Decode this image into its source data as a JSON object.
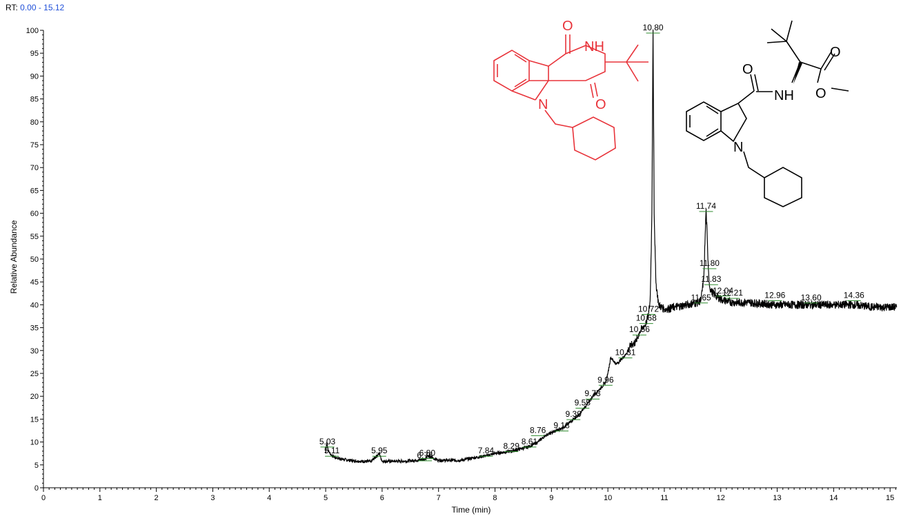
{
  "header": {
    "rt_label": "RT:",
    "rt_range": "0.00 - 15.12"
  },
  "colors": {
    "trace": "#000000",
    "annotation": "#2e8b2e",
    "structure_red": "#e8333a",
    "structure_black": "#000000",
    "rt_value": "#1f4fd8"
  },
  "structures": {
    "red": {
      "atoms": [
        "O",
        "NH",
        "O",
        "N"
      ]
    },
    "black": {
      "atoms": [
        "O",
        "NH",
        "O",
        "N"
      ]
    }
  },
  "chart_data": {
    "type": "line",
    "xlabel": "Time (min)",
    "ylabel": "Relative Abundance",
    "xlim": [
      0,
      15.12
    ],
    "ylim": [
      0,
      100
    ],
    "x_ticks": [
      0,
      1,
      2,
      3,
      4,
      5,
      6,
      7,
      8,
      9,
      10,
      11,
      12,
      13,
      14,
      15
    ],
    "y_ticks": [
      0,
      5,
      10,
      15,
      20,
      25,
      30,
      35,
      40,
      45,
      50,
      55,
      60,
      65,
      70,
      75,
      80,
      85,
      90,
      95,
      100
    ],
    "grid": false,
    "series": [
      {
        "x": [
          5.0,
          5.02,
          5.05,
          5.11,
          5.2,
          5.4,
          5.6,
          5.8,
          5.95,
          6.0,
          6.2,
          6.4,
          6.6,
          6.76,
          6.8,
          7.0,
          7.2,
          7.4,
          7.6,
          7.84,
          8.0,
          8.29,
          8.45,
          8.61,
          8.76,
          8.9,
          9.0,
          9.18,
          9.3,
          9.39,
          9.5,
          9.55,
          9.65,
          9.73,
          9.85,
          9.96,
          10.0,
          10.05,
          10.15,
          10.31,
          10.4,
          10.5,
          10.56,
          10.62,
          10.68,
          10.72,
          10.75,
          10.78,
          10.8,
          10.82,
          10.85,
          10.9,
          11.0,
          11.2,
          11.4,
          11.6,
          11.65,
          11.7,
          11.74,
          11.78,
          11.8,
          11.83,
          11.9,
          12.04,
          12.21,
          12.5,
          12.96,
          13.3,
          13.6,
          14.0,
          14.36,
          14.7,
          15.12
        ],
        "y": [
          7.5,
          10,
          8,
          7,
          6.5,
          6,
          5.8,
          5.7,
          7.5,
          5.8,
          5.8,
          5.8,
          6,
          6.2,
          7,
          6,
          6,
          6,
          6.5,
          7,
          7.5,
          8,
          8.5,
          9,
          10,
          11.5,
          12,
          13,
          14,
          15,
          16,
          17,
          18.5,
          20,
          21.5,
          23,
          25,
          28.5,
          27,
          29,
          31,
          32,
          34,
          35,
          36,
          38,
          41,
          60,
          100,
          60,
          45,
          40,
          39,
          39.5,
          40,
          40.5,
          41,
          46,
          61,
          48,
          44,
          43,
          42,
          41,
          40.5,
          40.5,
          40,
          40,
          40,
          40,
          40,
          39.5,
          39.5
        ]
      }
    ],
    "peak_labels": [
      {
        "rt": "5.03",
        "x": 5.03,
        "y": 9.5
      },
      {
        "rt": "5.11",
        "x": 5.11,
        "y": 7.5
      },
      {
        "rt": "5.95",
        "x": 5.95,
        "y": 7.5
      },
      {
        "rt": "6.76",
        "x": 6.76,
        "y": 6.5
      },
      {
        "rt": "6.80",
        "x": 6.8,
        "y": 7
      },
      {
        "rt": "7.84",
        "x": 7.84,
        "y": 7.5
      },
      {
        "rt": "8.29",
        "x": 8.29,
        "y": 8.5
      },
      {
        "rt": "8.61",
        "x": 8.61,
        "y": 9.5
      },
      {
        "rt": "8.76",
        "x": 8.76,
        "y": 12
      },
      {
        "rt": "9.18",
        "x": 9.18,
        "y": 13
      },
      {
        "rt": "9.39",
        "x": 9.39,
        "y": 15.5
      },
      {
        "rt": "9.55",
        "x": 9.55,
        "y": 18
      },
      {
        "rt": "9.73",
        "x": 9.73,
        "y": 20
      },
      {
        "rt": "9.96",
        "x": 9.96,
        "y": 23
      },
      {
        "rt": "10.31",
        "x": 10.31,
        "y": 29
      },
      {
        "rt": "10.56",
        "x": 10.56,
        "y": 34
      },
      {
        "rt": "10.68",
        "x": 10.68,
        "y": 36.5
      },
      {
        "rt": "10.72",
        "x": 10.72,
        "y": 38.5
      },
      {
        "rt": "10.80",
        "x": 10.8,
        "y": 100
      },
      {
        "rt": "11.65",
        "x": 11.65,
        "y": 41
      },
      {
        "rt": "11.74",
        "x": 11.74,
        "y": 61
      },
      {
        "rt": "11.80",
        "x": 11.8,
        "y": 48.5
      },
      {
        "rt": "11.83",
        "x": 11.83,
        "y": 45
      },
      {
        "rt": "12.04",
        "x": 12.04,
        "y": 42.5
      },
      {
        "rt": "12.21",
        "x": 12.21,
        "y": 42
      },
      {
        "rt": "12.96",
        "x": 12.96,
        "y": 41.5
      },
      {
        "rt": "13.60",
        "x": 13.6,
        "y": 41
      },
      {
        "rt": "14.36",
        "x": 14.36,
        "y": 41.5
      }
    ]
  }
}
